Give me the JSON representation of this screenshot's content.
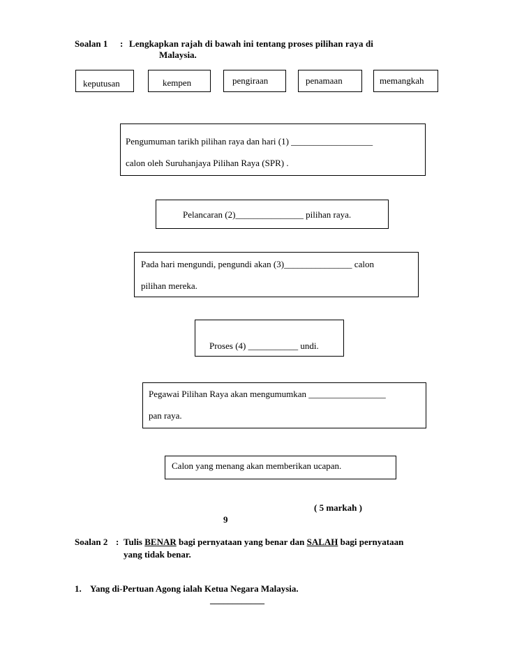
{
  "q1": {
    "label": "Soalan 1",
    "colon": ":",
    "instruction_line1": "Lengkapkan rajah di bawah ini tentang proses pilihan raya di",
    "instruction_line2": "Malaysia."
  },
  "options": [
    "keputusan",
    "kempen",
    "pengiraan",
    "penamaan",
    "memangkah"
  ],
  "boxes": {
    "b1_line1": "Pengumuman tarikh pilihan raya dan hari (1) __________________",
    "b1_line2": "calon oleh Suruhanjaya Pilihan Raya (SPR) .",
    "b2": "Pelancaran (2)_______________ pilihan raya.",
    "b3_line1": "Pada hari mengundi, pengundi akan (3)_______________ calon",
    "b3_line2": "pilihan mereka.",
    "b4": "Proses (4) ___________ undi.",
    "b5_line1": "Pegawai Pilihan Raya akan mengumumkan _________________",
    "b5_line2": "pan raya.",
    "b6": "Calon yang  menang akan memberikan ucapan."
  },
  "marks": "( 5 markah )",
  "page_number": "9",
  "q2": {
    "label": "Soalan 2",
    "colon": ":",
    "text_before": "Tulis ",
    "benar": "BENAR",
    "text_middle": " bagi pernyataan yang benar dan ",
    "salah": "SALAH",
    "text_after": " bagi pernyataan",
    "line2": "yang tidak benar."
  },
  "statement1": {
    "number": "1.",
    "text": "Yang di-Pertuan Agong ialah Ketua Negara Malaysia.",
    "answer_blank": "____________"
  }
}
